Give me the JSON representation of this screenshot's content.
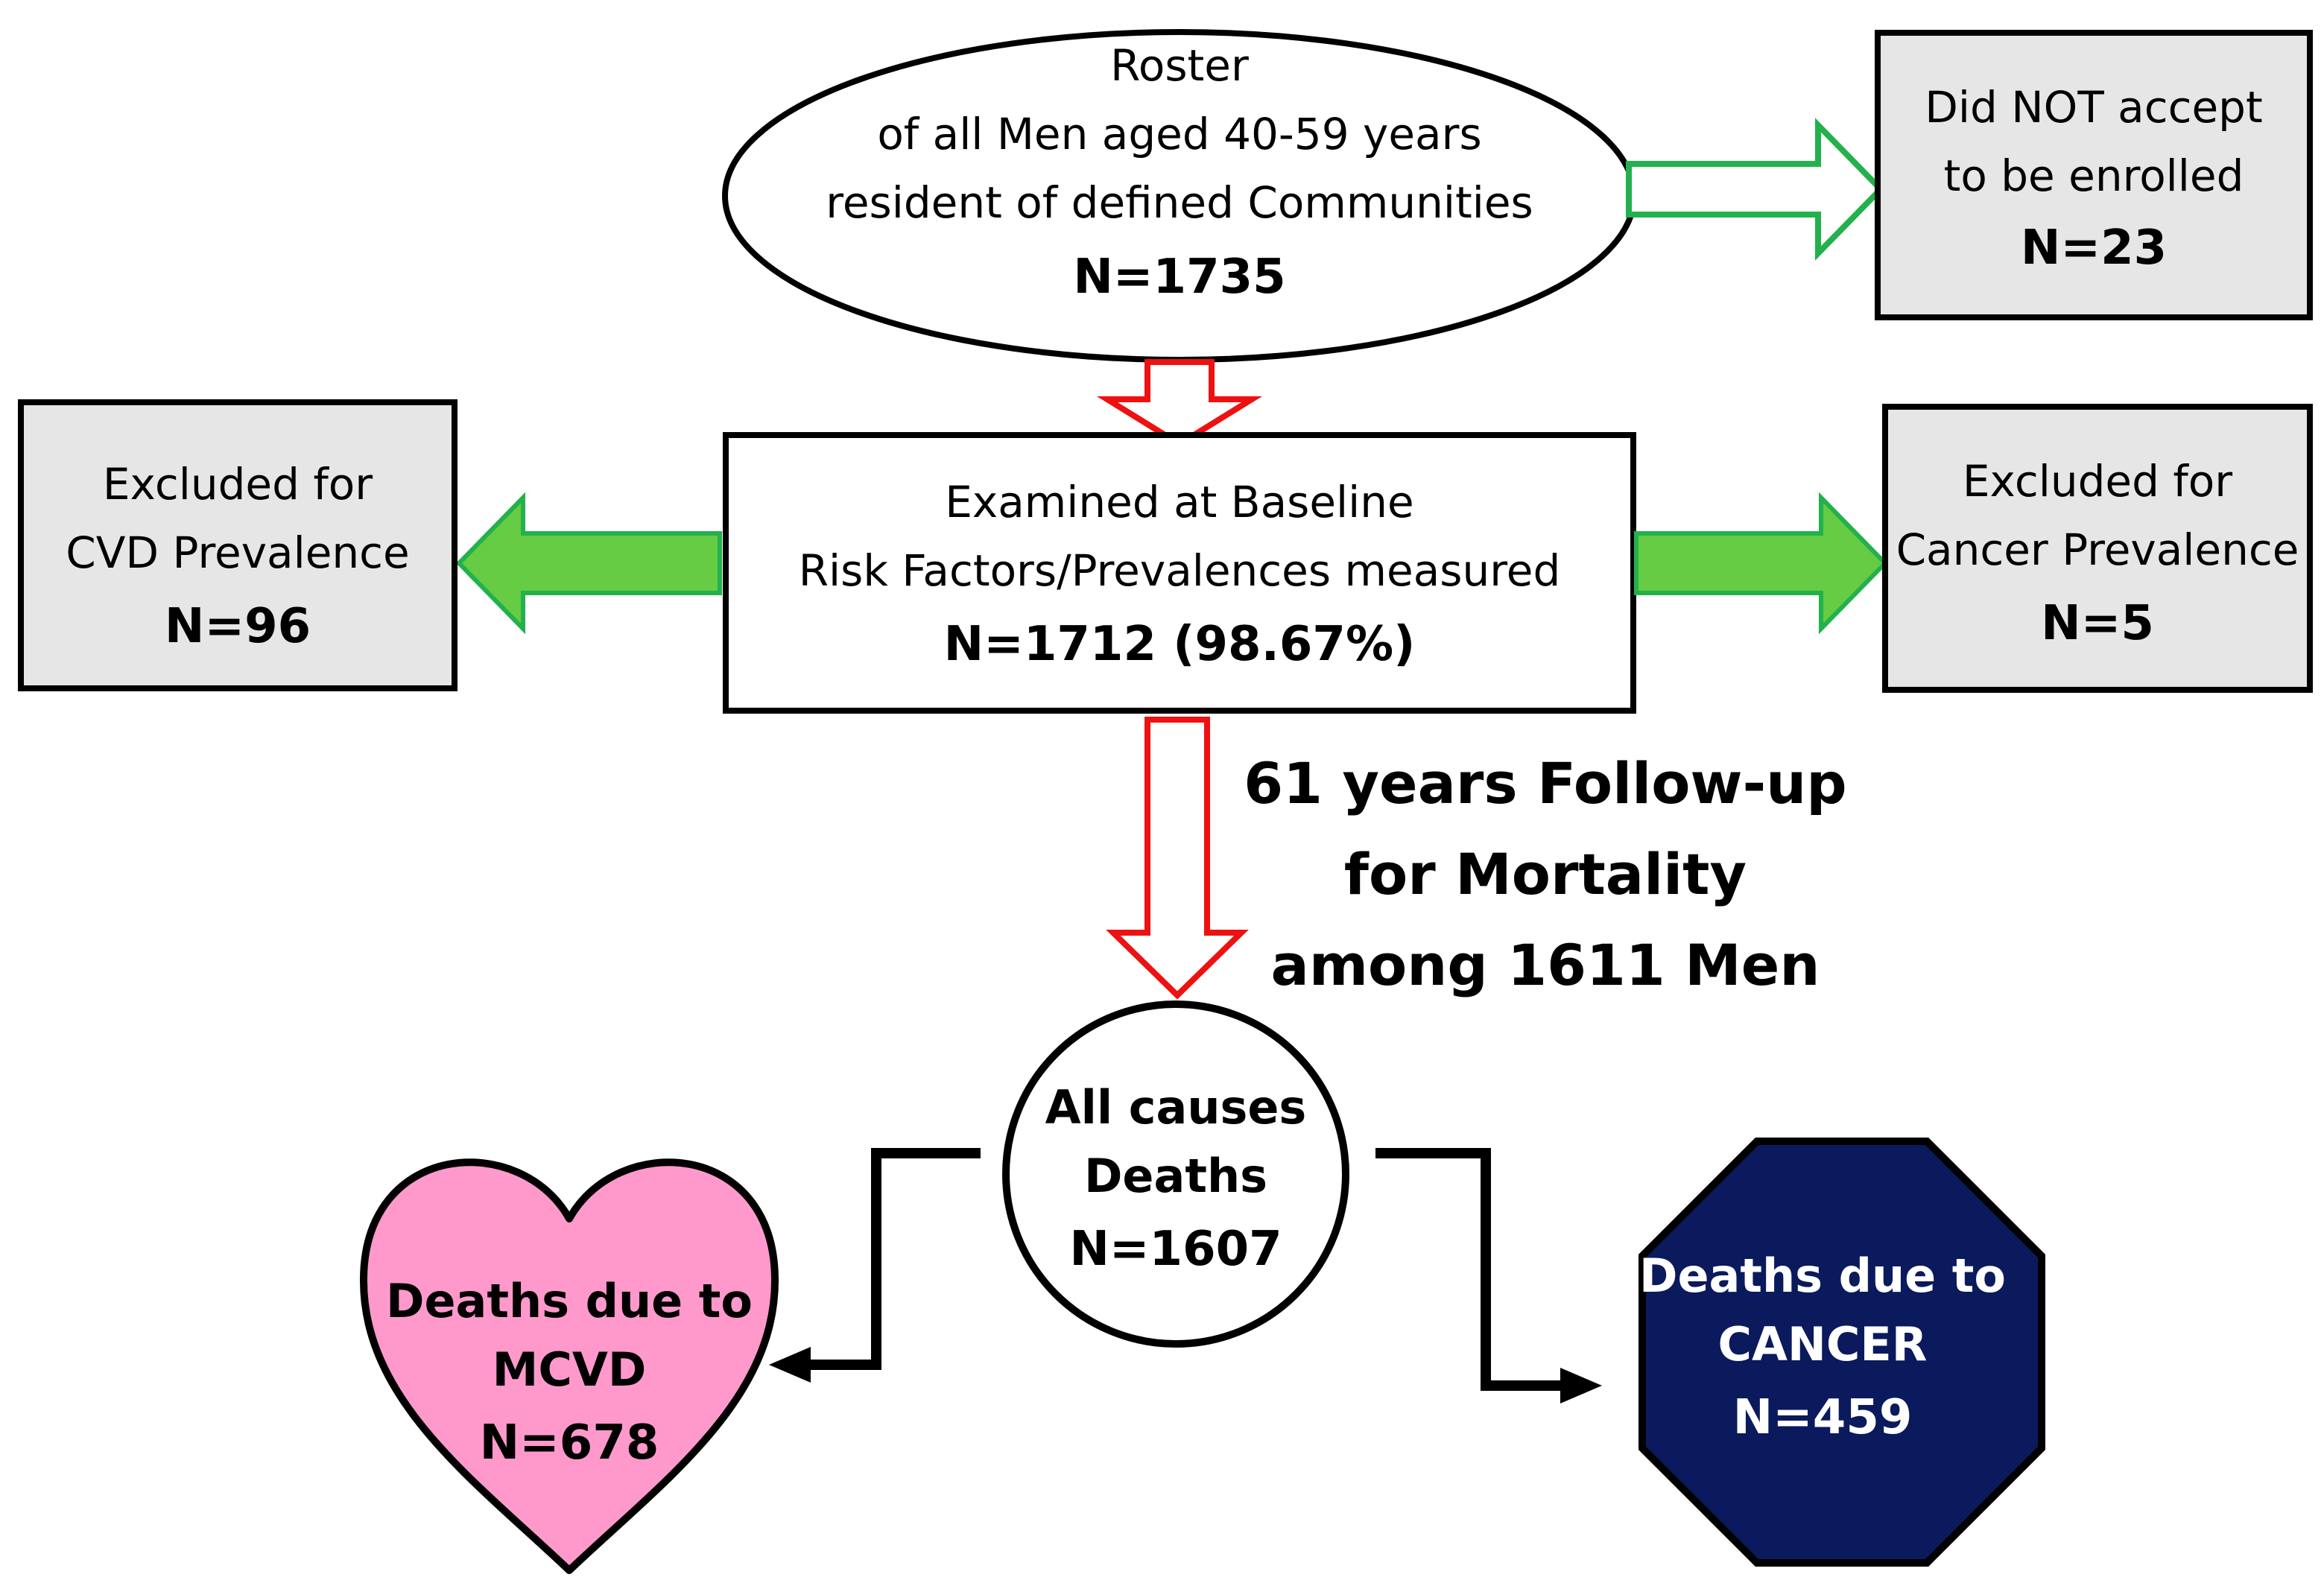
{
  "nodes": {
    "roster": {
      "line1": "Roster",
      "line2": "of all Men aged 40-59 years",
      "line3": "resident of defined Communities",
      "count": "N=1735"
    },
    "not_enrolled": {
      "line1": "Did NOT accept",
      "line2": "to be enrolled",
      "count": "N=23"
    },
    "baseline": {
      "line1": "Examined at Baseline",
      "line2": "Risk Factors/Prevalences measured",
      "count": "N=1712 (98.67%)"
    },
    "excluded_cvd": {
      "line1": "Excluded for",
      "line2": "CVD Prevalence",
      "count": "N=96"
    },
    "excluded_cancer": {
      "line1": "Excluded for",
      "line2": "Cancer Prevalence",
      "count": "N=5"
    },
    "follow_up": {
      "line1": "61 years Follow-up",
      "line2": "for Mortality",
      "line3": "among 1611 Men"
    },
    "all_deaths": {
      "line1": "All causes",
      "line2": "Deaths",
      "count": "N=1607"
    },
    "mcvd_deaths": {
      "line1": "Deaths due to",
      "line2": "MCVD",
      "count": "N=678"
    },
    "cancer_deaths": {
      "line1": "Deaths due to",
      "line2": "CANCER",
      "count": "N=459"
    }
  },
  "colors": {
    "gray_box": "#e6e6e6",
    "green_outline_arrow": "#22b14c",
    "green_fill_arrow": "#66cc44",
    "red_arrow": "#ee1111",
    "heart_fill": "#ff99cc",
    "octagon_fill": "#0a1a5c",
    "octagon_text": "#ffffff",
    "stroke": "#000000"
  }
}
